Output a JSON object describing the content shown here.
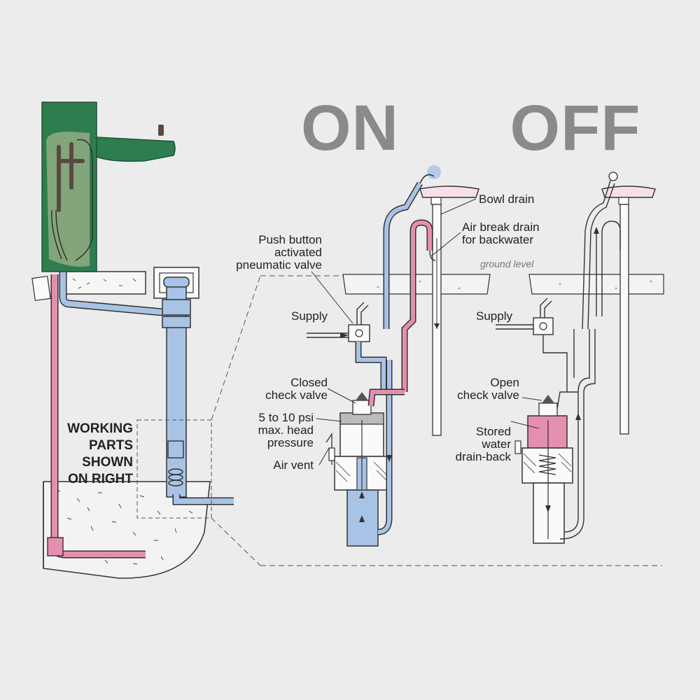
{
  "titles": {
    "on": "ON",
    "off": "OFF"
  },
  "left_panel": {
    "working_parts": [
      "WORKING",
      "PARTS",
      "SHOWN",
      "ON RIGHT"
    ]
  },
  "on_panel": {
    "push_button": [
      "Push button",
      "activated",
      "pneumatic valve"
    ],
    "supply": "Supply",
    "closed_check_valve": [
      "Closed",
      "check valve"
    ],
    "head_pressure": [
      "5 to 10 psi",
      "max. head",
      "pressure"
    ],
    "air_vent": "Air vent",
    "bowl_drain": "Bowl drain",
    "air_break_drain": [
      "Air break drain",
      "for backwater"
    ],
    "ground_level": "ground level"
  },
  "off_panel": {
    "supply": "Supply",
    "open_check_valve": [
      "Open",
      "check valve"
    ],
    "stored_water": [
      "Stored",
      "water",
      "drain-back"
    ]
  },
  "colors": {
    "background": "#ececec",
    "fountain_green": "#2e7d4f",
    "supply_pink": "#e58fb0",
    "water_blue": "#a8c3e6",
    "concrete": "#f1f1f1",
    "title_gray": "#8a8a8a"
  },
  "icons": [
    "check-valve-icon",
    "pneumatic-valve-icon",
    "spray-nozzle-icon"
  ]
}
